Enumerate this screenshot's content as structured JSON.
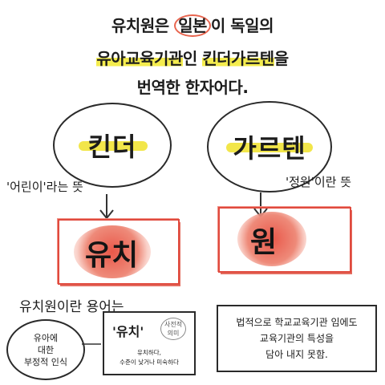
{
  "title": {
    "line1_a": "유치원은 ",
    "line1_b": "일본",
    "line1_c": "이 독일의",
    "line2_a": "유아교육기관",
    "line2_b": "인 ",
    "line2_c": "킨더가르텐",
    "line2_d": "을",
    "line3": "번역한 한자어다."
  },
  "left": {
    "bubble": "킨더",
    "meaning": "'어린이'라는 뜻",
    "result": "유치"
  },
  "right": {
    "bubble": "가르텐",
    "meaning": "'정원'이란 뜻",
    "result": "원"
  },
  "bottom": {
    "heading": "유치원이란 용어는",
    "circle_text": [
      "유아에",
      "대한",
      "부정적 인식"
    ],
    "term": "'유치'",
    "term_note": [
      "사전적",
      "의미"
    ],
    "term_def": [
      "유치하다,",
      "수준이 낮거나 미숙하다"
    ],
    "right_box": [
      "법적으로 학교교육기관 임에도",
      "교육기관의 특성을",
      "담아 내지 못함."
    ]
  },
  "colors": {
    "highlight": "#f4ec4e",
    "red": "#e04a3e",
    "ink": "#1c1c1c"
  }
}
